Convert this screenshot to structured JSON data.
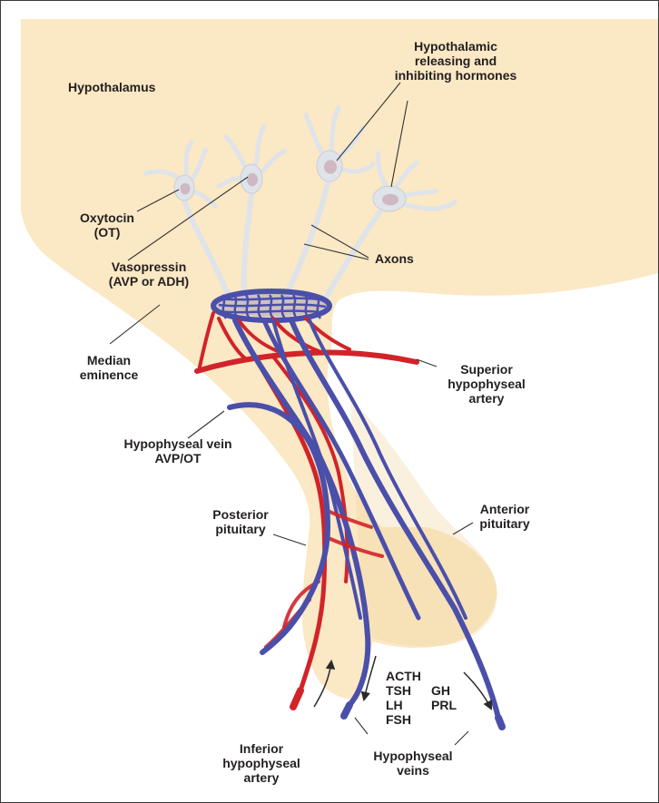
{
  "labels": {
    "hypothalamus": "Hypothalamus",
    "hormones": "Hypothalamic\nreleasing and\ninhibiting hormones",
    "oxytocin": "Oxytocin\n(OT)",
    "vasopressin": "Vasopressin\n(AVP or ADH)",
    "axons": "Axons",
    "median_eminence": "Median\neminence",
    "superior_artery": "Superior\nhypophyseal\nartery",
    "hypophyseal_vein": "Hypophyseal vein\nAVP/OT",
    "posterior_pituitary": "Posterior\npituitary",
    "anterior_pituitary": "Anterior\npituitary",
    "anterior_hormones": "ACTH\nTSH\nLH\nFSH",
    "gh_prl": "GH\nPRL",
    "inferior_artery": "Inferior\nhypophyseal\nartery",
    "hypophyseal_veins": "Hypophyseal\nveins"
  },
  "colors": {
    "tissue": "#fbe8c4",
    "tissue_edge": "#f2d4a0",
    "artery": "#d2232a",
    "vein": "#4a4faa",
    "neuron": "#dfe3ea",
    "nucleus": "#c9a9b3",
    "leader": "#333333"
  }
}
